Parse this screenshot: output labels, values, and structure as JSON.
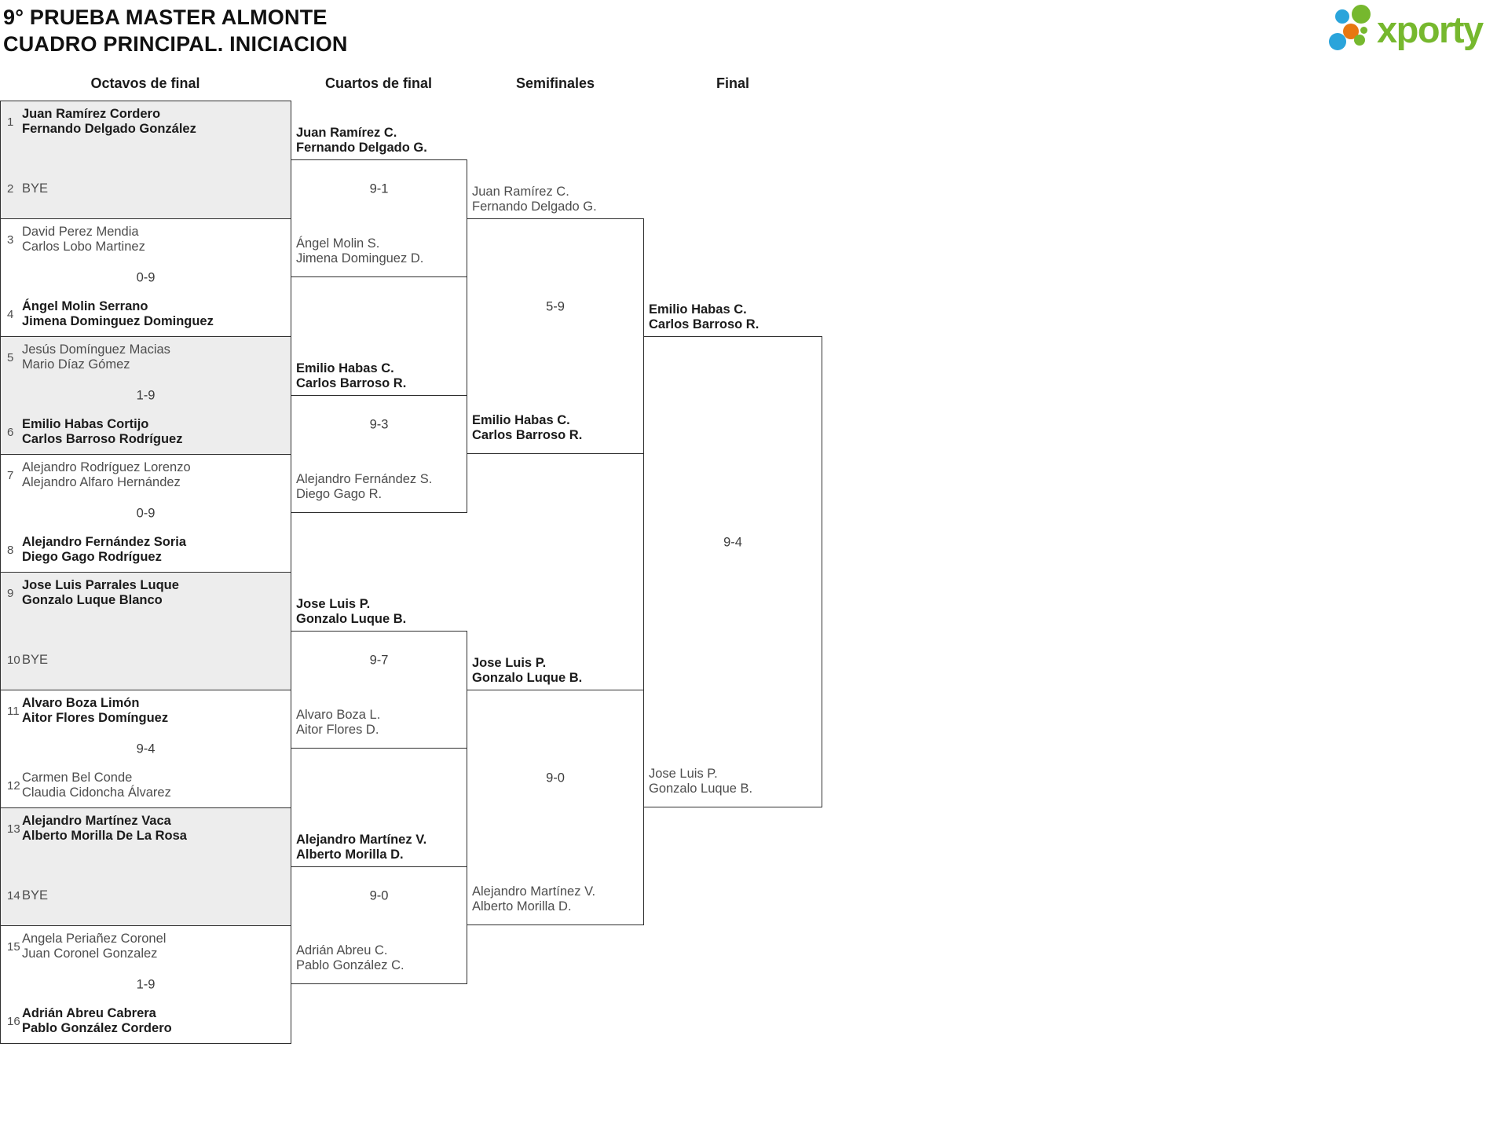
{
  "header": {
    "title_line1": "9° PRUEBA MASTER ALMONTE",
    "title_line2": "CUADRO PRINCIPAL. INICIACION",
    "logo_text": "xporty"
  },
  "rounds": {
    "octavos_label": "Octavos de final",
    "cuartos_label": "Cuartos de final",
    "semifinales_label": "Semifinales",
    "final_label": "Final"
  },
  "colors": {
    "winner_text": "#1b1b1b",
    "loser_text": "#4d4d4d",
    "border": "#2f2f2f",
    "shaded_match_bg": "#ededed",
    "logo_green": "#76b82e",
    "logo_blue": "#2aa4db",
    "logo_orange": "#e87711"
  },
  "octavos": [
    {
      "seed1": "1",
      "t1l1": "Juan Ramírez Cordero",
      "t1l2": "Fernando Delgado González",
      "seed2": "2",
      "t2l1": "BYE",
      "t2l2": "",
      "score": ""
    },
    {
      "seed1": "3",
      "t1l1": "David Perez Mendia",
      "t1l2": "Carlos Lobo Martinez",
      "seed2": "4",
      "t2l1": "Ángel Molin Serrano",
      "t2l2": "Jimena Dominguez Dominguez",
      "score": "0-9"
    },
    {
      "seed1": "5",
      "t1l1": "Jesús Domínguez Macias",
      "t1l2": "Mario Díaz Gómez",
      "seed2": "6",
      "t2l1": "Emilio Habas Cortijo",
      "t2l2": "Carlos Barroso Rodríguez",
      "score": "1-9"
    },
    {
      "seed1": "7",
      "t1l1": "Alejandro Rodríguez Lorenzo",
      "t1l2": "Alejandro Alfaro Hernández",
      "seed2": "8",
      "t2l1": "Alejandro Fernández Soria",
      "t2l2": "Diego Gago Rodríguez",
      "score": "0-9"
    },
    {
      "seed1": "9",
      "t1l1": "Jose Luis Parrales Luque",
      "t1l2": "Gonzalo Luque Blanco",
      "seed2": "10",
      "t2l1": "BYE",
      "t2l2": "",
      "score": ""
    },
    {
      "seed1": "11",
      "t1l1": "Alvaro Boza Limón",
      "t1l2": "Aitor Flores Domínguez",
      "seed2": "12",
      "t2l1": "Carmen Bel Conde",
      "t2l2": "Claudia Cidoncha Álvarez",
      "score": "9-4"
    },
    {
      "seed1": "13",
      "t1l1": "Alejandro Martínez Vaca",
      "t1l2": "Alberto Morilla De La Rosa",
      "seed2": "14",
      "t2l1": "BYE",
      "t2l2": "",
      "score": ""
    },
    {
      "seed1": "15",
      "t1l1": "Angela Periañez Coronel",
      "t1l2": "Juan Coronel Gonzalez",
      "seed2": "16",
      "t2l1": "Adrián Abreu Cabrera",
      "t2l2": "Pablo González Cordero",
      "score": "1-9"
    }
  ],
  "cuartos": [
    {
      "t1l1": "Juan Ramírez C.",
      "t1l2": "Fernando Delgado G.",
      "score": "9-1",
      "t2l1": "Ángel Molin S.",
      "t2l2": "Jimena Dominguez D."
    },
    {
      "t1l1": "Emilio Habas C.",
      "t1l2": "Carlos Barroso R.",
      "score": "9-3",
      "t2l1": "Alejandro Fernández S.",
      "t2l2": "Diego Gago R."
    },
    {
      "t1l1": "Jose Luis P.",
      "t1l2": "Gonzalo Luque B.",
      "score": "9-7",
      "t2l1": "Alvaro Boza L.",
      "t2l2": "Aitor Flores D."
    },
    {
      "t1l1": "Alejandro Martínez V.",
      "t1l2": "Alberto Morilla D.",
      "score": "9-0",
      "t2l1": "Adrián Abreu C.",
      "t2l2": "Pablo González C."
    }
  ],
  "semifinales": [
    {
      "t1l1": "Juan Ramírez C.",
      "t1l2": "Fernando Delgado G.",
      "score": "5-9",
      "t2l1": "Emilio Habas C.",
      "t2l2": "Carlos Barroso R."
    },
    {
      "t1l1": "Jose Luis P.",
      "t1l2": "Gonzalo Luque B.",
      "score": "9-0",
      "t2l1": "Alejandro Martínez V.",
      "t2l2": "Alberto Morilla D."
    }
  ],
  "final": {
    "t1l1": "Emilio Habas C.",
    "t1l2": "Carlos Barroso R.",
    "score": "9-4",
    "t2l1": "Jose Luis P.",
    "t2l2": "Gonzalo Luque B."
  }
}
